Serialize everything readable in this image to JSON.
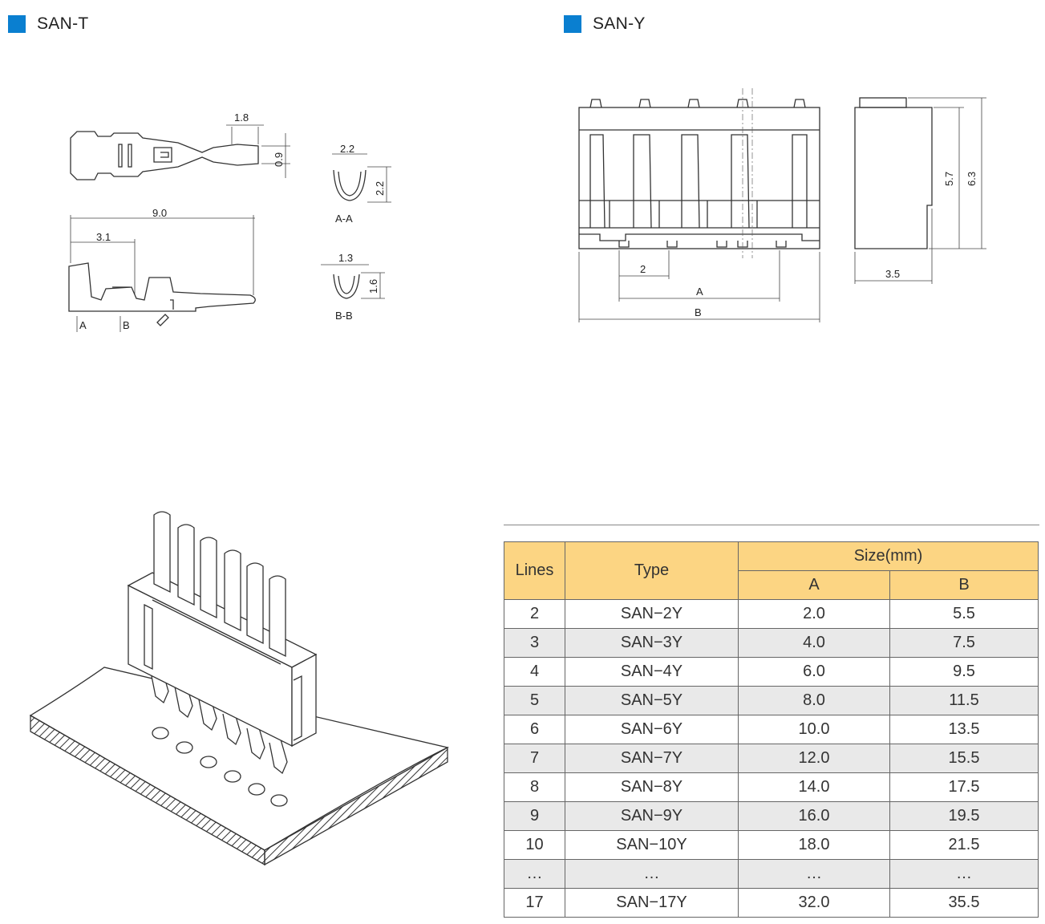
{
  "sections": {
    "left_title": "SAN-T",
    "right_title": "SAN-Y",
    "accent_color": "#0a7fd0"
  },
  "san_t": {
    "dims": {
      "d1": "1.8",
      "d2": "0.9",
      "d3": "9.0",
      "d4": "3.1",
      "aa_w": "2.2",
      "aa_h": "2.2",
      "bb_w": "1.3",
      "bb_h": "1.6"
    },
    "labels": {
      "a": "A",
      "b": "B",
      "aa": "A-A",
      "bb": "B-B"
    }
  },
  "san_y": {
    "dims": {
      "pitch": "2",
      "a": "A",
      "b": "B",
      "h1": "5.7",
      "h2": "6.3",
      "w": "3.5"
    }
  },
  "table": {
    "header_color": "#fcd583",
    "stripe_color": "#e9e9e9",
    "headers": {
      "lines": "Lines",
      "type": "Type",
      "size": "Size(mm)",
      "a": "A",
      "b": "B"
    },
    "rows": [
      {
        "lines": "2",
        "type": "SAN−2Y",
        "a": "2.0",
        "b": "5.5"
      },
      {
        "lines": "3",
        "type": "SAN−3Y",
        "a": "4.0",
        "b": "7.5"
      },
      {
        "lines": "4",
        "type": "SAN−4Y",
        "a": "6.0",
        "b": "9.5"
      },
      {
        "lines": "5",
        "type": "SAN−5Y",
        "a": "8.0",
        "b": "11.5"
      },
      {
        "lines": "6",
        "type": "SAN−6Y",
        "a": "10.0",
        "b": "13.5"
      },
      {
        "lines": "7",
        "type": "SAN−7Y",
        "a": "12.0",
        "b": "15.5"
      },
      {
        "lines": "8",
        "type": "SAN−8Y",
        "a": "14.0",
        "b": "17.5"
      },
      {
        "lines": "9",
        "type": "SAN−9Y",
        "a": "16.0",
        "b": "19.5"
      },
      {
        "lines": "10",
        "type": "SAN−10Y",
        "a": "18.0",
        "b": "21.5"
      },
      {
        "lines": "…",
        "type": "…",
        "a": "…",
        "b": "…"
      },
      {
        "lines": "17",
        "type": "SAN−17Y",
        "a": "32.0",
        "b": "35.5"
      }
    ]
  }
}
